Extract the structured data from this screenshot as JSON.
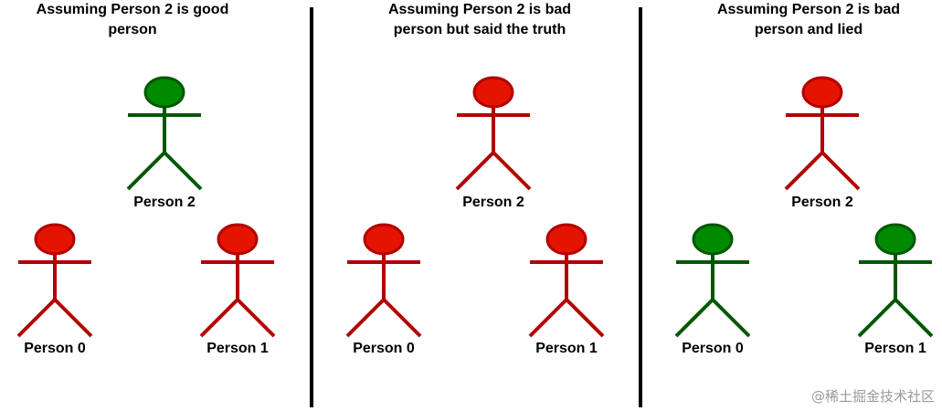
{
  "panels": [
    {
      "title_line1": "Assuming Person 2 is good",
      "title_line2": "person",
      "people": [
        {
          "label": "Person 2",
          "status": "good"
        },
        {
          "label": "Person 0",
          "status": "bad"
        },
        {
          "label": "Person 1",
          "status": "bad"
        }
      ]
    },
    {
      "title_line1": "Assuming Person 2 is bad",
      "title_line2": "person but said the truth",
      "people": [
        {
          "label": "Person 2",
          "status": "bad"
        },
        {
          "label": "Person 0",
          "status": "bad"
        },
        {
          "label": "Person 1",
          "status": "bad"
        }
      ]
    },
    {
      "title_line1": "Assuming Person 2 is bad",
      "title_line2": "person and lied",
      "people": [
        {
          "label": "Person 2",
          "status": "bad"
        },
        {
          "label": "Person 0",
          "status": "good"
        },
        {
          "label": "Person 1",
          "status": "good"
        }
      ]
    }
  ],
  "colors": {
    "good_fill": "#008a00",
    "good_stroke": "#005700",
    "bad_fill": "#e51400",
    "bad_stroke": "#b20000",
    "divider": "#000000"
  },
  "watermark": "@稀土掘金技术社区"
}
